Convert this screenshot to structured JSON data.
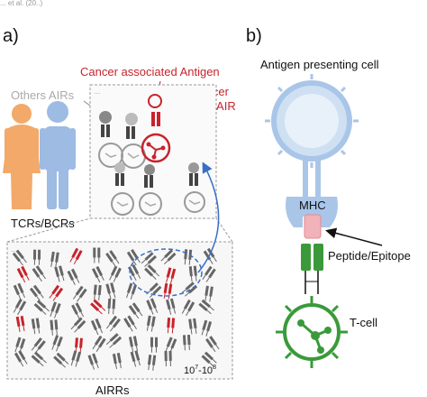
{
  "header_fragment": "... et al. (20..)",
  "panel_a": {
    "label": "a)",
    "others_airs": "Others AIRs",
    "cancer_antigen": "Cancer associated Antigen",
    "cancer_air_line1": "Cancer",
    "cancer_air_line2": "associated AIR",
    "tcrs_bcrs": "TCRs/BCRs",
    "count_range_base1": "10",
    "count_range_exp1": "7",
    "count_range_sep": "-10",
    "count_range_exp2": "8",
    "airrs": "AIRRs"
  },
  "panel_b": {
    "label": "b)",
    "apc": "Antigen presenting cell",
    "mhc": "MHC",
    "peptide_epitope": "Peptide/Epitope",
    "t_cell": "T-cell"
  },
  "colors": {
    "accent_red": "#c8232c",
    "grey_receptor": "#555555",
    "green_tcell": "#3a9a3a",
    "blue_mhc": "#a9c6e8",
    "arrow_blue": "#3a6fc4",
    "woman": "#f2a96a",
    "man": "#9dbbe3"
  }
}
